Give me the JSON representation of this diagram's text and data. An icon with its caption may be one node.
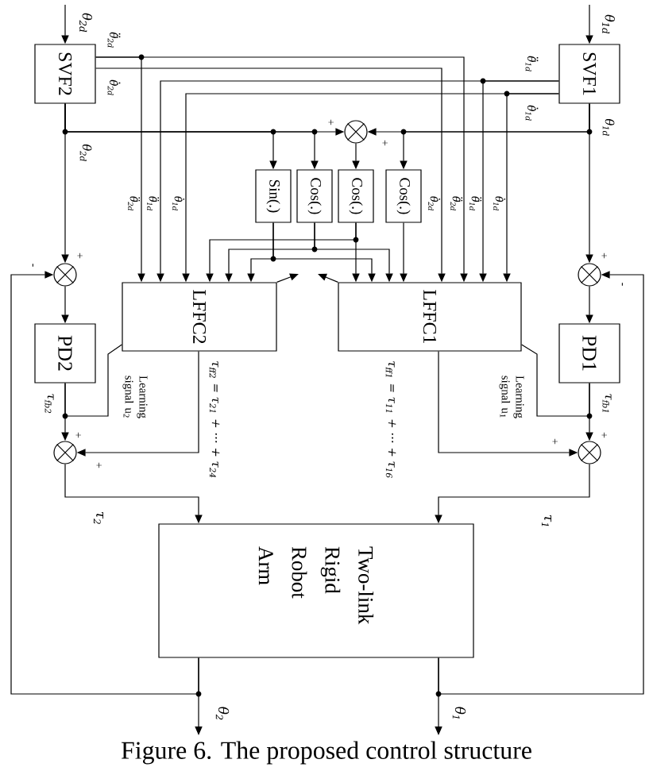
{
  "diagram": {
    "caption": "Figure 6. The proposed control structure",
    "nodes": [
      {
        "text": [
          "SVF2"
        ]
      },
      {
        "text": [
          "SVF1"
        ]
      },
      {
        "text": [],
        "shape": "circle"
      },
      {
        "text": [
          "Sin(.)"
        ]
      },
      {
        "text": [
          "Cos(.)"
        ]
      },
      {
        "text": [
          "Cos(.)"
        ]
      },
      {
        "text": [
          "Cos(.)"
        ]
      },
      {
        "text": [],
        "shape": "circle"
      },
      {
        "text": [],
        "shape": "circle"
      },
      {
        "text": [
          "LFFC2"
        ]
      },
      {
        "text": [
          "LFFC1"
        ]
      },
      {
        "text": [
          "PD2"
        ]
      },
      {
        "text": [
          "PD1"
        ]
      },
      {
        "text": [],
        "shape": "circle"
      },
      {
        "text": [],
        "shape": "circle"
      },
      {
        "text": [
          "Two-link Rigid Robot Arm"
        ]
      }
    ],
    "edges": [
      {
        "from": null,
        "to": 0,
        "arrow": "to",
        "label": "θ$_{2d}$"
      },
      {
        "from": null,
        "to": 1,
        "arrow": "to",
        "label": "θ$_{1d}$"
      },
      {
        "from": 0,
        "to": 9,
        "arrow": "to",
        "label": "θ̈$_{2d}$"
      },
      {
        "from": 0,
        "to": 10,
        "arrow": "to",
        "label": "θ̈$_{2d}$"
      },
      {
        "from": 0,
        "to": 10,
        "arrow": "to",
        "label": "θ̇$_{2d}$"
      },
      {
        "from": 1,
        "to": 9,
        "arrow": "to",
        "label": "θ̈$_{1d}$"
      },
      {
        "from": 1,
        "to": 10,
        "arrow": "to",
        "label": "θ̈$_{1d}$"
      },
      {
        "from": 1,
        "to": 9,
        "arrow": "to",
        "label": "θ̇$_{1d}$"
      },
      {
        "from": 1,
        "to": 10,
        "arrow": "to",
        "label": "θ̇$_{1d}$"
      },
      {
        "from": 0,
        "to": 2,
        "arrow": "to"
      },
      {
        "from": 0,
        "to": 3,
        "arrow": "to"
      },
      {
        "from": 0,
        "to": 4,
        "arrow": "to"
      },
      {
        "from": 0,
        "to": 7,
        "arrow": "to"
      },
      {
        "from": 1,
        "to": 2,
        "arrow": "to"
      },
      {
        "from": 1,
        "to": 6,
        "arrow": "to"
      },
      {
        "from": 1,
        "to": 8,
        "arrow": "to"
      },
      {
        "from": 2,
        "to": 5,
        "arrow": "to"
      },
      {
        "from": 3,
        "to": 9,
        "arrow": "to"
      },
      {
        "from": 3,
        "to": 10,
        "arrow": "to"
      },
      {
        "from": 4,
        "to": 9,
        "arrow": "to"
      },
      {
        "from": 4,
        "to": 10,
        "arrow": "to"
      },
      {
        "from": 5,
        "to": 9,
        "arrow": "to"
      },
      {
        "from": 5,
        "to": 10,
        "arrow": "to"
      },
      {
        "from": 6,
        "to": 10,
        "arrow": "to"
      },
      {
        "from": 9,
        "to": null,
        "arrow": "to"
      },
      {
        "from": 10,
        "to": null,
        "arrow": "to"
      },
      {
        "from": 7,
        "to": 11,
        "arrow": "to"
      },
      {
        "from": 8,
        "to": 12,
        "arrow": "to"
      },
      {
        "from": 11,
        "to": 13,
        "arrow": "to",
        "label": "τ$_{fb2}$"
      },
      {
        "from": 12,
        "to": 14,
        "arrow": "to",
        "label": "τ$_{fb1}$"
      },
      {
        "from": 11,
        "to": 9,
        "arrow": "none",
        "label": "Learning signal u$_{2}$"
      },
      {
        "from": 12,
        "to": 10,
        "arrow": "none",
        "label": "Learning signal u$_{1}$"
      },
      {
        "from": 9,
        "to": 13,
        "arrow": "to",
        "label": "τ$_{ff2}$ = τ$_{21}$ + ··· + τ$_{24}$"
      },
      {
        "from": 10,
        "to": 14,
        "arrow": "to",
        "label": "τ$_{ff1}$ = τ$_{11}$ + ··· + τ$_{16}$"
      },
      {
        "from": 13,
        "to": 15,
        "arrow": "to",
        "label": "τ$_{2}$"
      },
      {
        "from": 14,
        "to": 15,
        "arrow": "to",
        "label": "τ$_{1}$"
      },
      {
        "from": 15,
        "to": 7,
        "arrow": "to"
      },
      {
        "from": 15,
        "to": 8,
        "arrow": "to"
      },
      {
        "from": 15,
        "to": null,
        "arrow": "to",
        "label": "θ$_{2}$"
      },
      {
        "from": 15,
        "to": null,
        "arrow": "to",
        "label": "θ$_{1}$"
      }
    ],
    "labels": [
      "θ̈$_{2d}$",
      "θ̈$_{1d}$",
      "θ̇$_{2d}$",
      "θ̇$_{1d}$",
      "+",
      "θ$_{1d}$",
      "+",
      "θ$_{2d}$",
      "+",
      "+",
      "-",
      "-",
      "+",
      "+",
      "+",
      "+"
    ]
  }
}
